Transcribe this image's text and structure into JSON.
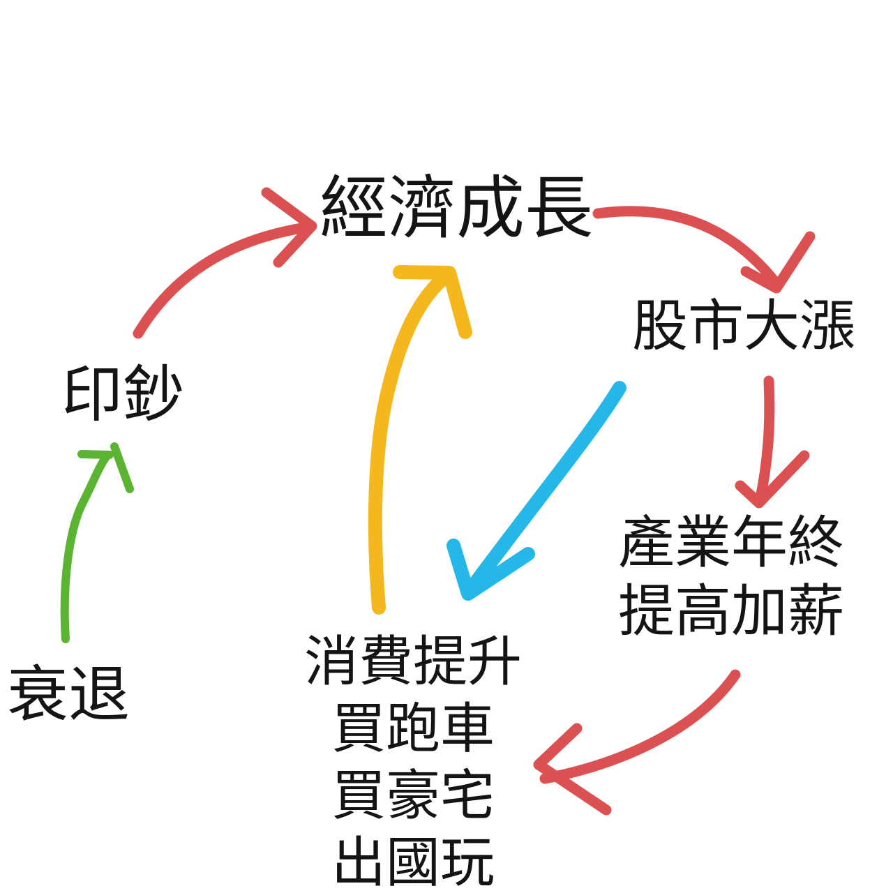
{
  "diagram": {
    "description": "Hand-drawn economic cycle meme diagram",
    "nodes": {
      "growth": {
        "label": "經濟成長"
      },
      "stock": {
        "label": "股市大漲"
      },
      "bonus": {
        "line1": "產業年終",
        "line2": "提高加薪"
      },
      "consumption": {
        "line1": "消費提升",
        "line2": "買跑車",
        "line3": "買豪宅",
        "line4": "出國玩"
      },
      "print_money": {
        "label": "印鈔"
      },
      "recession": {
        "label": "衰退"
      }
    },
    "edges": [
      {
        "from": "印鈔",
        "to": "經濟成長",
        "color": "red"
      },
      {
        "from": "經濟成長",
        "to": "股市大漲",
        "color": "red"
      },
      {
        "from": "股市大漲",
        "to": "產業年終提高加薪",
        "color": "red"
      },
      {
        "from": "產業年終提高加薪",
        "to": "消費提升",
        "color": "red"
      },
      {
        "from": "消費提升",
        "to": "經濟成長",
        "color": "yellow"
      },
      {
        "from": "股市大漲",
        "to": "消費提升",
        "color": "blue"
      },
      {
        "from": "衰退",
        "to": "印鈔",
        "color": "green"
      }
    ],
    "colors": {
      "red": "#DB5151",
      "yellow": "#F4B81E",
      "blue": "#25B7E8",
      "green": "#5BB431",
      "text": "#141414",
      "background": "#FFFFFF"
    }
  }
}
